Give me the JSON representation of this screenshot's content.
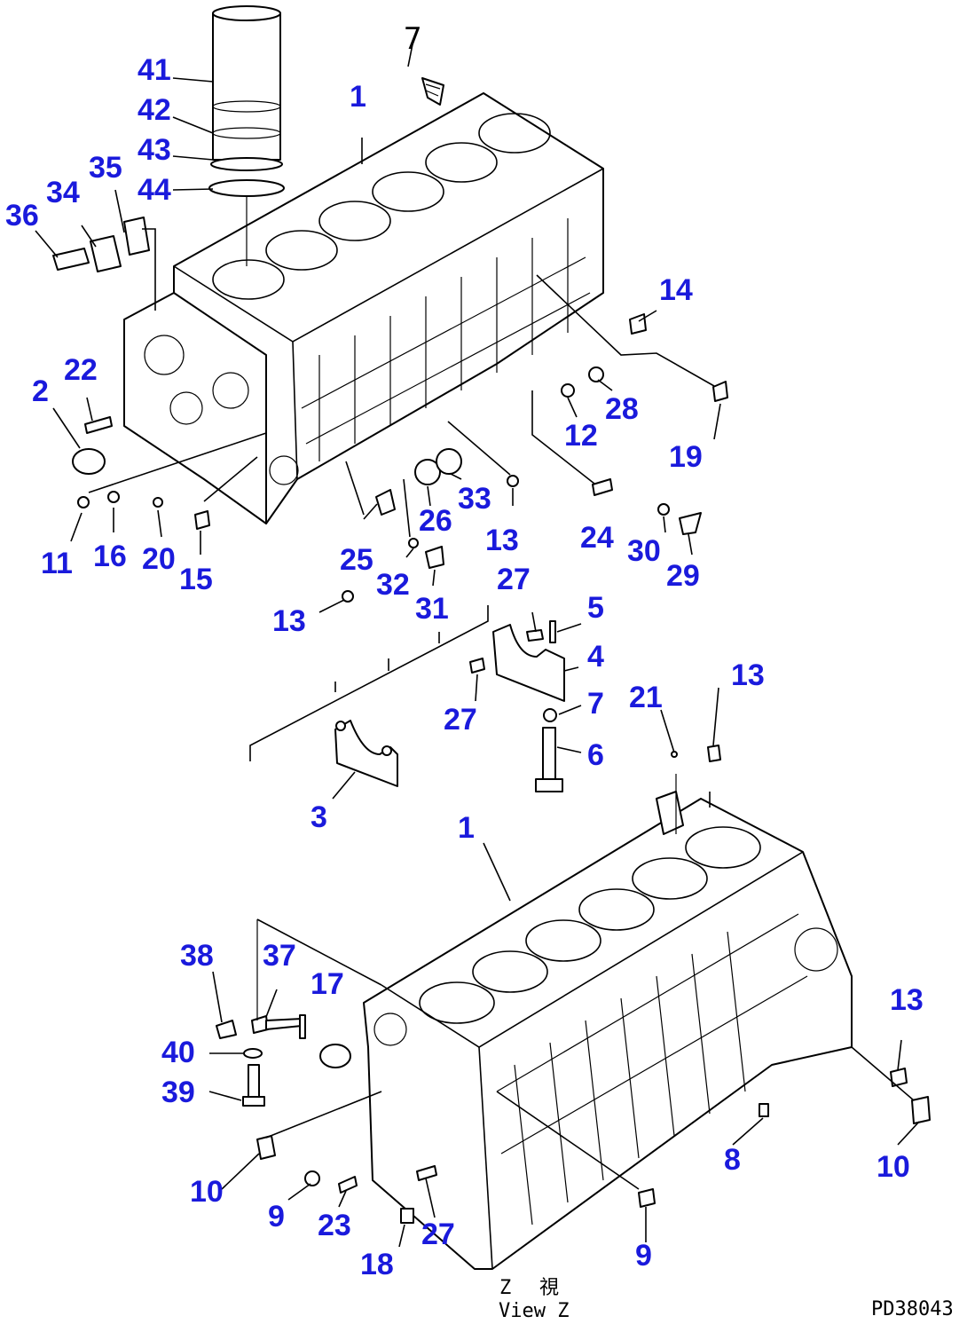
{
  "diagram": {
    "view_letter": "Z",
    "view_kanji": "視",
    "view_label": "View Z",
    "drawing_code": "PD38043",
    "callouts": [
      {
        "id": "c-7-top",
        "text": "7"
      },
      {
        "id": "c-1-top",
        "text": "1"
      },
      {
        "id": "c-41",
        "text": "41"
      },
      {
        "id": "c-42",
        "text": "42"
      },
      {
        "id": "c-43",
        "text": "43"
      },
      {
        "id": "c-44",
        "text": "44"
      },
      {
        "id": "c-35",
        "text": "35"
      },
      {
        "id": "c-34",
        "text": "34"
      },
      {
        "id": "c-36",
        "text": "36"
      },
      {
        "id": "c-14",
        "text": "14"
      },
      {
        "id": "c-22",
        "text": "22"
      },
      {
        "id": "c-2",
        "text": "2"
      },
      {
        "id": "c-28",
        "text": "28"
      },
      {
        "id": "c-12",
        "text": "12"
      },
      {
        "id": "c-19",
        "text": "19"
      },
      {
        "id": "c-33",
        "text": "33"
      },
      {
        "id": "c-26",
        "text": "26"
      },
      {
        "id": "c-13-a",
        "text": "13"
      },
      {
        "id": "c-24",
        "text": "24"
      },
      {
        "id": "c-30",
        "text": "30"
      },
      {
        "id": "c-29",
        "text": "29"
      },
      {
        "id": "c-11",
        "text": "11"
      },
      {
        "id": "c-16",
        "text": "16"
      },
      {
        "id": "c-20",
        "text": "20"
      },
      {
        "id": "c-15",
        "text": "15"
      },
      {
        "id": "c-25",
        "text": "25"
      },
      {
        "id": "c-32",
        "text": "32"
      },
      {
        "id": "c-31",
        "text": "31"
      },
      {
        "id": "c-27-a",
        "text": "27"
      },
      {
        "id": "c-5",
        "text": "5"
      },
      {
        "id": "c-13-b",
        "text": "13"
      },
      {
        "id": "c-4",
        "text": "4"
      },
      {
        "id": "c-27-b",
        "text": "27"
      },
      {
        "id": "c-7",
        "text": "7"
      },
      {
        "id": "c-21",
        "text": "21"
      },
      {
        "id": "c-13-c",
        "text": "13"
      },
      {
        "id": "c-6",
        "text": "6"
      },
      {
        "id": "c-3",
        "text": "3"
      },
      {
        "id": "c-1-bottom",
        "text": "1"
      },
      {
        "id": "c-38",
        "text": "38"
      },
      {
        "id": "c-37",
        "text": "37"
      },
      {
        "id": "c-17",
        "text": "17"
      },
      {
        "id": "c-40",
        "text": "40"
      },
      {
        "id": "c-39",
        "text": "39"
      },
      {
        "id": "c-13-d",
        "text": "13"
      },
      {
        "id": "c-8",
        "text": "8"
      },
      {
        "id": "c-10-left",
        "text": "10"
      },
      {
        "id": "c-10-right",
        "text": "10"
      },
      {
        "id": "c-9-left",
        "text": "9"
      },
      {
        "id": "c-23",
        "text": "23"
      },
      {
        "id": "c-27-c",
        "text": "27"
      },
      {
        "id": "c-18",
        "text": "18"
      },
      {
        "id": "c-9-right",
        "text": "9"
      }
    ]
  }
}
